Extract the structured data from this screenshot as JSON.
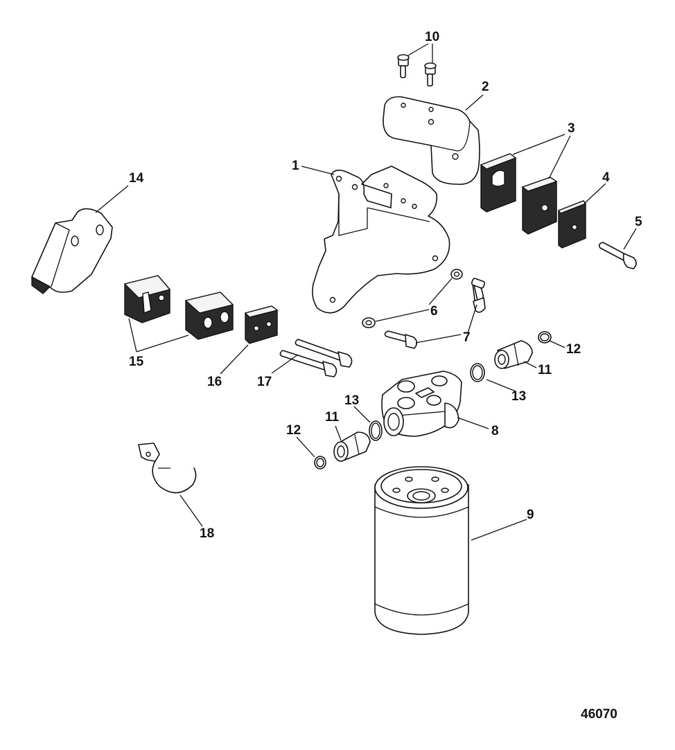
{
  "figure_number": "46070",
  "callouts": {
    "c1": "1",
    "c2": "2",
    "c3": "3",
    "c4": "4",
    "c5": "5",
    "c6": "6",
    "c7": "7",
    "c8": "8",
    "c9": "9",
    "c10": "10",
    "c11a": "11",
    "c11b": "11",
    "c12a": "12",
    "c12b": "12",
    "c13a": "13",
    "c13b": "13",
    "c14": "14",
    "c15": "15",
    "c16": "16",
    "c17": "17",
    "c18": "18"
  }
}
